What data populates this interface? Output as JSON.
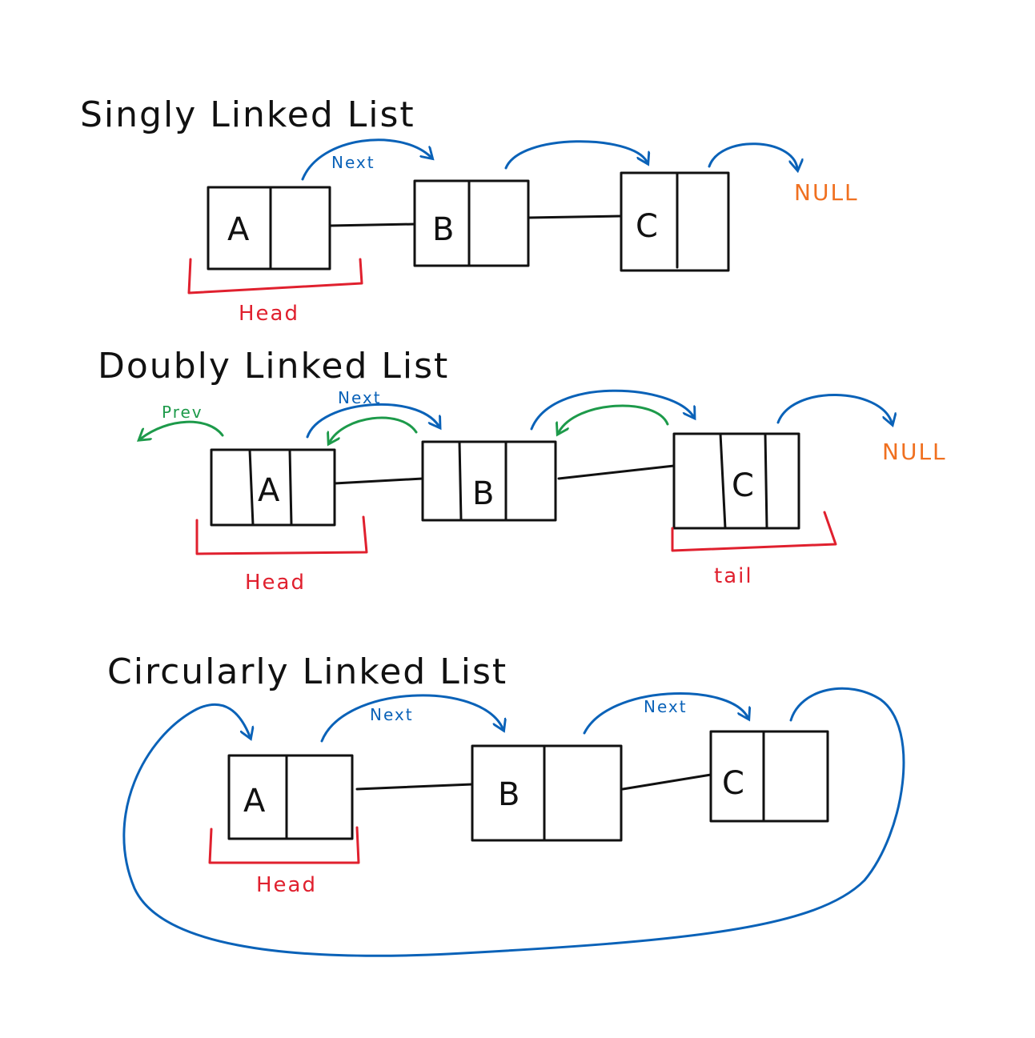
{
  "colors": {
    "ink": "#111111",
    "next_arrow": "#0a62b8",
    "prev_arrow": "#1d9a4a",
    "null_label": "#f07020",
    "head_bracket": "#e0202e"
  },
  "singly": {
    "title": "Singly Linked List",
    "nodes": [
      "A",
      "B",
      "C"
    ],
    "next_label": "Next",
    "null_label": "NULL",
    "head_label": "Head"
  },
  "doubly": {
    "title": "Doubly Linked List",
    "nodes": [
      "A",
      "B",
      "C"
    ],
    "next_label": "Next",
    "prev_label": "Prev",
    "null_label": "NULL",
    "head_label": "Head",
    "tail_label": "tail"
  },
  "circular": {
    "title": "Circularly Linked List",
    "nodes": [
      "A",
      "B",
      "C"
    ],
    "next_labels": [
      "Next",
      "Next"
    ],
    "head_label": "Head"
  }
}
